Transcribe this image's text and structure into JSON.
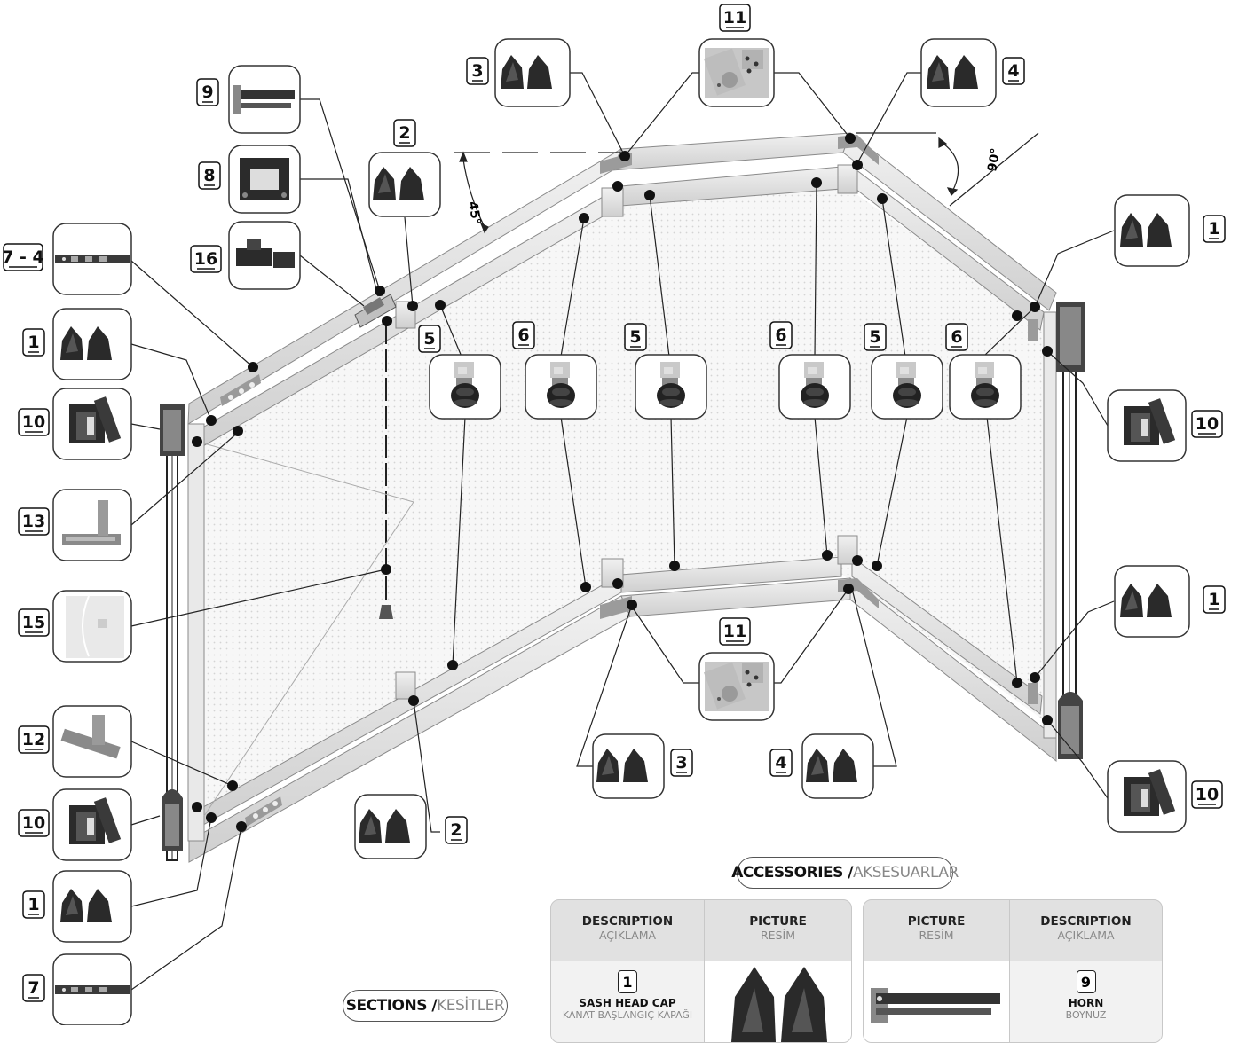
{
  "callouts": {
    "c1a": "1",
    "c1b": "1",
    "c1c": "1",
    "c1d": "1",
    "c2a": "2",
    "c2b": "2",
    "c3a": "3",
    "c3b": "3",
    "c4a": "4",
    "c4b": "4",
    "c5a": "5",
    "c5b": "5",
    "c5c": "5",
    "c6a": "6",
    "c6b": "6",
    "c6c": "6",
    "c74": "7 - 4",
    "c7": "7",
    "c8": "8",
    "c9": "9",
    "c10a": "10",
    "c10b": "10",
    "c10c": "10",
    "c10d": "10",
    "c11a": "11",
    "c11b": "11",
    "c12": "12",
    "c13": "13",
    "c15": "15",
    "c16": "16"
  },
  "angles": {
    "a45": "45°",
    "a90": "90°"
  },
  "accessories_title": {
    "bold": "ACCESSORIES /",
    "light": " AKSESUARLAR"
  },
  "sections_title": {
    "bold": "SECTIONS /",
    "light": " KESİTLER"
  },
  "table": {
    "left": {
      "col1": {
        "header": "DESCRIPTION",
        "sub": "AÇIKLAMA"
      },
      "col2": {
        "header": "PICTURE",
        "sub": "RESİM"
      },
      "row1": {
        "num": "1",
        "name": "SASH HEAD CAP",
        "sub": "KANAT BAŞLANGIÇ KAPAĞI"
      }
    },
    "right": {
      "col1": {
        "header": "PICTURE",
        "sub": "RESİM"
      },
      "col2": {
        "header": "DESCRIPTION",
        "sub": "AÇIKLAMA"
      },
      "row1": {
        "num": "9",
        "name": "HORN",
        "sub": "BOYNUZ"
      }
    }
  },
  "colors": {
    "frame": "#dcdcdc",
    "frame_edge": "#8a8a8a",
    "line": "#2a2a2a",
    "dot": "#111111",
    "mesh": "#f4f4f4"
  }
}
